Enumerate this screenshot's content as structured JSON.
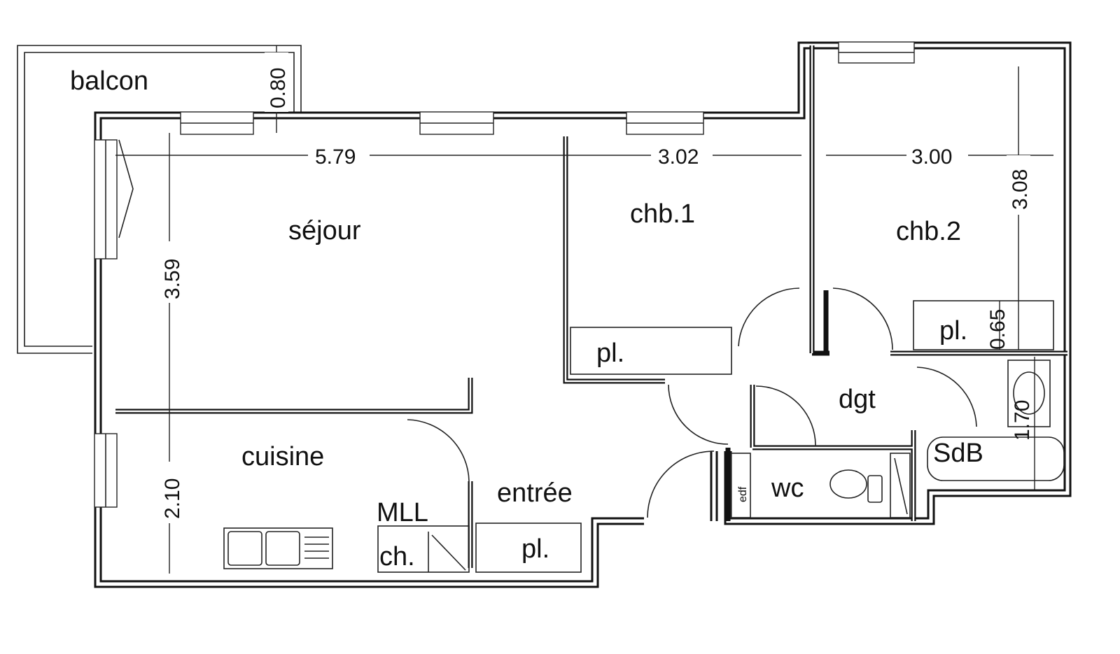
{
  "plan": {
    "rooms": {
      "balcon": "balcon",
      "sejour": "séjour",
      "chb1": "chb.1",
      "chb2": "chb.2",
      "cuisine": "cuisine",
      "entree": "entrée",
      "dgt": "dgt",
      "wc": "wc",
      "sdb": "SdB",
      "mll": "MLL",
      "ch": "ch.",
      "pl_chb1": "pl.",
      "pl_chb2": "pl.",
      "pl_entree": "pl.",
      "edf": "edf"
    },
    "dimensions": {
      "balcon_depth": "0.80",
      "sejour_width": "5.79",
      "sejour_depth": "3.59",
      "chb1_width": "3.02",
      "chb2_width": "3.00",
      "chb2_depth": "3.08",
      "pl_depth": "0.65",
      "sdb_width": "1.70",
      "cuisine_depth": "2.10"
    }
  }
}
